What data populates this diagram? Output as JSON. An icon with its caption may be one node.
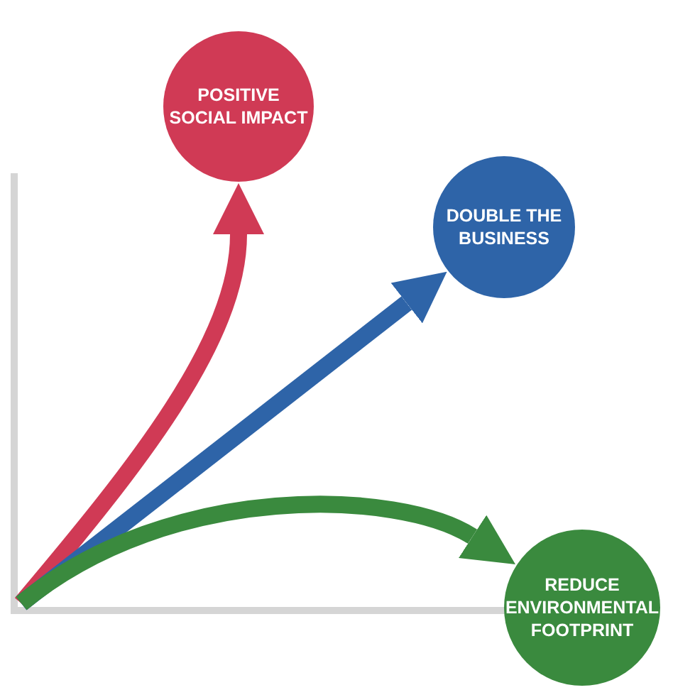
{
  "diagram": {
    "nodes": [
      {
        "text": [
          "POSITIVE SOCIAL IMPACT"
        ]
      },
      {
        "text": [
          "DOUBLE THE BUSINESS"
        ]
      },
      {
        "text": [
          "REDUCE ENVIRONMENTAL FOOTPRINT"
        ]
      }
    ],
    "edges": [
      {
        "from": null,
        "to": 0,
        "arrow": "to",
        "color": "#d03a55"
      },
      {
        "from": null,
        "to": 1,
        "arrow": "to",
        "color": "#2e64a8"
      },
      {
        "from": null,
        "to": 2,
        "arrow": "to",
        "color": "#3a8a3e"
      }
    ]
  }
}
